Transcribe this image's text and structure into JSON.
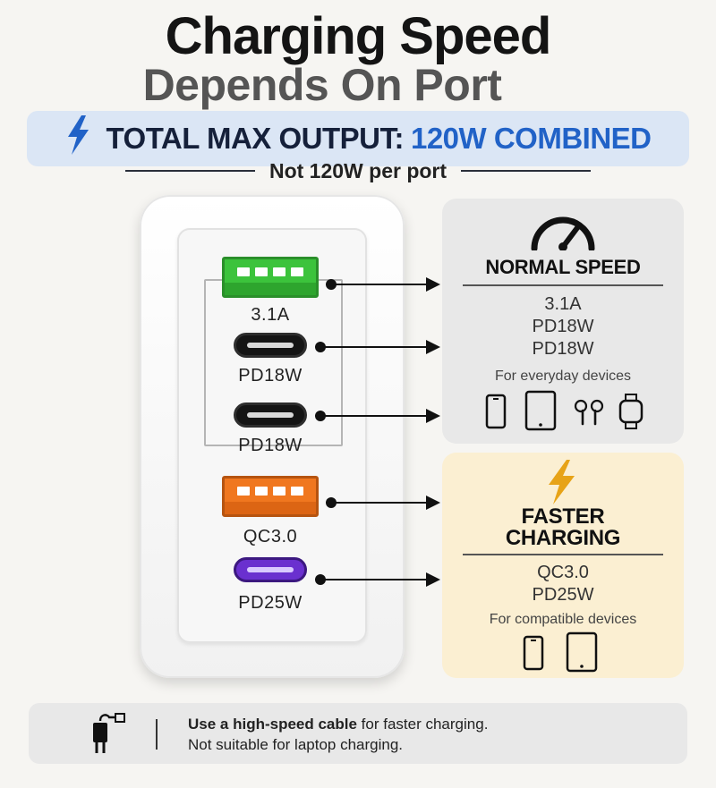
{
  "header": {
    "title_line1": "Charging Speed",
    "title_line2": "Depends On Port"
  },
  "banner": {
    "label": "TOTAL MAX OUTPUT:",
    "value": "120W COMBINED",
    "subtext": "Not 120W per port"
  },
  "ports": [
    {
      "type": "USB-A",
      "label": "3.1A",
      "color": "#3cc33c"
    },
    {
      "type": "USB-C",
      "label": "PD18W",
      "color": "#151515"
    },
    {
      "type": "USB-C",
      "label": "PD18W",
      "color": "#151515"
    },
    {
      "type": "USB-A",
      "label": "QC3.0",
      "color": "#f0771f"
    },
    {
      "type": "USB-C",
      "label": "PD25W",
      "color": "#6a30cf"
    }
  ],
  "normal_card": {
    "title": "NORMAL SPEED",
    "lines": [
      "3.1A",
      "PD18W",
      "PD18W"
    ],
    "note": "For everyday devices",
    "icons": [
      "phone-icon",
      "tablet-icon",
      "earbuds-icon",
      "smartwatch-icon"
    ],
    "icon_name": "speedometer-icon"
  },
  "fast_card": {
    "title_line1": "FASTER",
    "title_line2": "CHARGING",
    "lines": [
      "QC3.0",
      "PD25W"
    ],
    "note": "For compatible devices",
    "icons": [
      "phone-icon",
      "tablet-icon"
    ],
    "icon_name": "lightning-bolt-icon"
  },
  "footer": {
    "bold": "Use a high-speed cable",
    "rest": " for faster charging.",
    "line2": "Not suitable for laptop charging.",
    "icon_name": "usb-cable-icon"
  },
  "colors": {
    "banner_bg": "#dbe6f5",
    "accent_blue": "#2162c7",
    "fast_card_bg": "#fbefd2",
    "normal_card_bg": "#e8e8e8",
    "bolt_gold": "#e7a317"
  }
}
